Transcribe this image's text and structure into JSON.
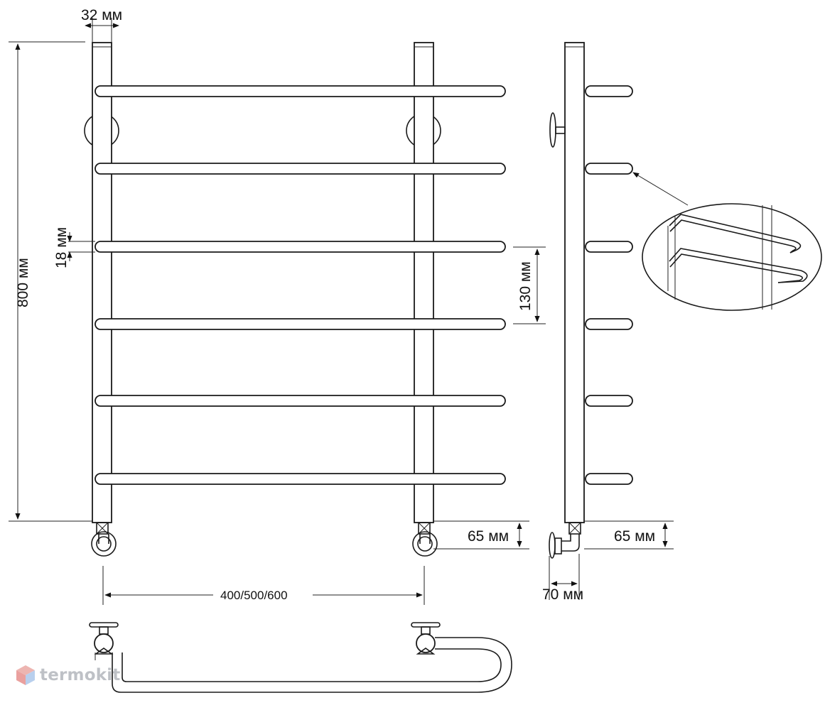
{
  "dimensions": {
    "pipe_diameter": "32 мм",
    "height": "800 мм",
    "rail_diameter": "18 мм",
    "rail_spacing": "130 мм",
    "connection_offset_front": "65 мм",
    "connection_offset_side": "65 мм",
    "wall_distance": "70 мм",
    "width_options": "400/500/600"
  },
  "watermark": {
    "text": "termokit"
  },
  "colors": {
    "line": "#1a1a1a",
    "background": "#ffffff",
    "logo_red": "#d9534f",
    "logo_blue": "#5b8fd6"
  }
}
